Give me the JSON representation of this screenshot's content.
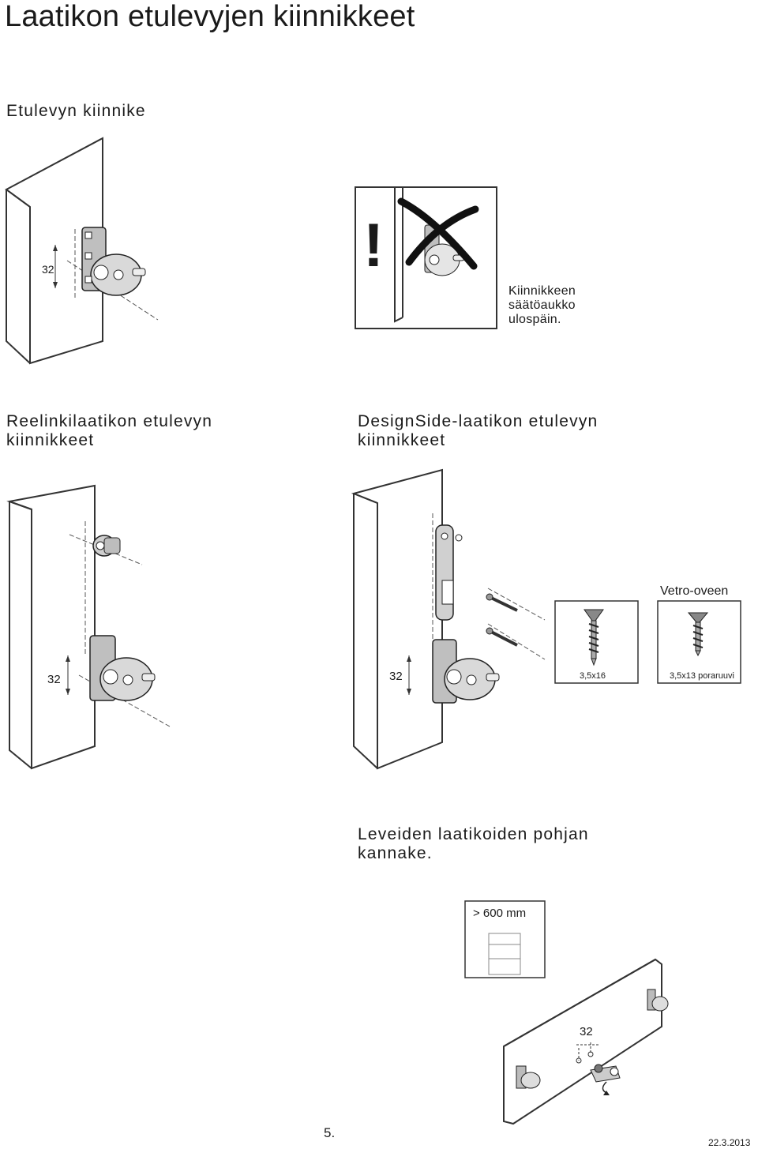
{
  "page": {
    "title": "Laatikon etulevyjen kiinnikkeet",
    "page_number": "5.",
    "date": "22.3.2013"
  },
  "section1": {
    "heading": "Etulevyn kiinnike",
    "dimension": "32",
    "warning_mark": "!",
    "note_line1": "Kiinnikkeen",
    "note_line2": "säätöaukko",
    "note_line3": "ulospäin."
  },
  "section2": {
    "heading_line1": "Reelinkilaatikon etulevyn",
    "heading_line2": "kiinnikkeet",
    "dimension": "32"
  },
  "section3": {
    "heading_line1": "DesignSide-laatikon etulevyn",
    "heading_line2": "kiinnikkeet",
    "dimension": "32",
    "vetro_label": "Vetro-oveen",
    "screw1_label": "3,5x16",
    "screw2_label": "3,5x13 poraruuvi"
  },
  "section4": {
    "heading_line1": "Leveiden laatikoiden pohjan",
    "heading_line2": "kannake.",
    "width_label": "> 600 mm",
    "dimension": "32"
  }
}
